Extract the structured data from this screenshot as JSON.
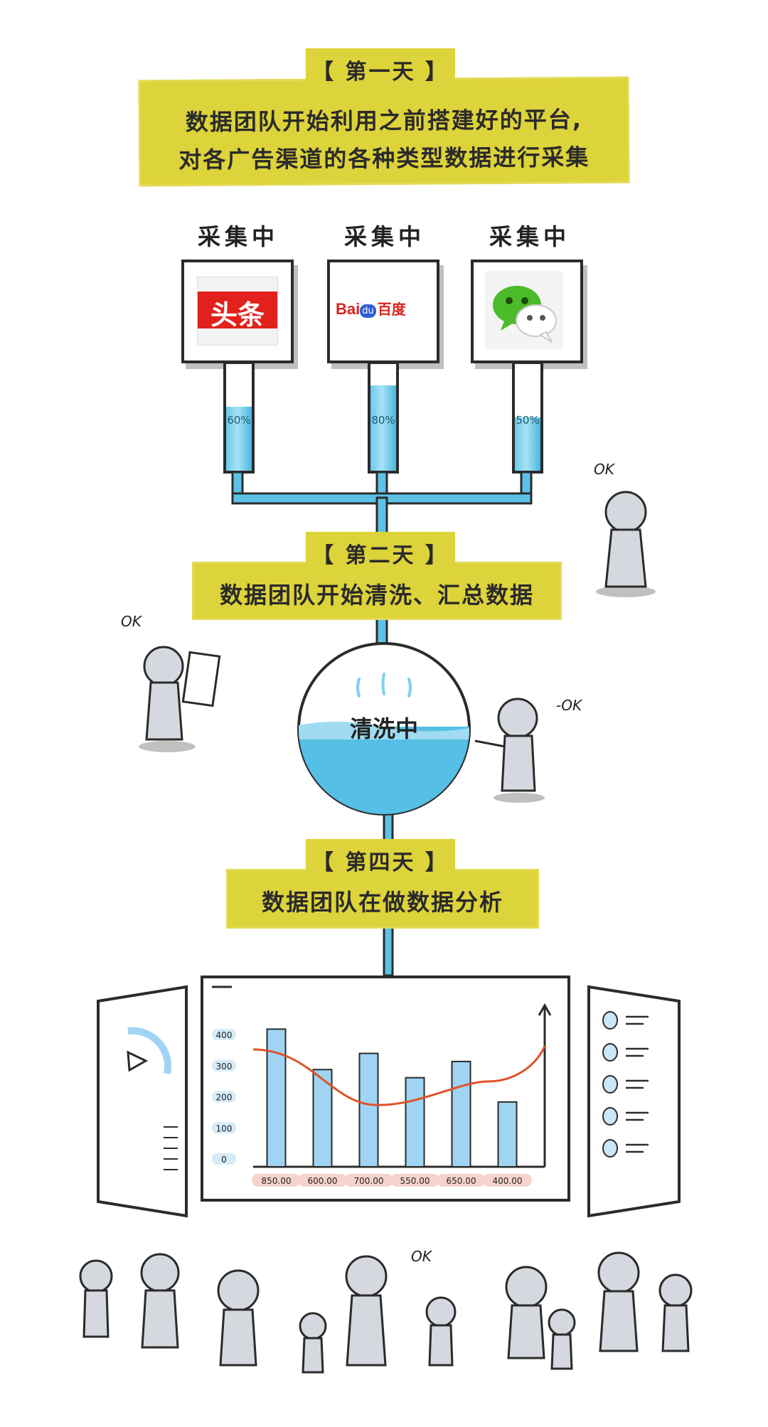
{
  "day1": {
    "header": "【 第一天 】",
    "line1": "数据团队开始利用之前搭建好的平台,",
    "line2": "对各广告渠道的各种类型数据进行采集"
  },
  "sources": [
    {
      "status": "采集中",
      "logo_text": "头条",
      "icon": "toutiao-logo-icon",
      "percent": "60%",
      "fill": 0.6
    },
    {
      "status": "采集中",
      "logo_text": "Bai",
      "logo_text2": "du",
      "logo_text3": "百度",
      "icon": "baidu-logo-icon",
      "percent": "80%",
      "fill": 0.8
    },
    {
      "status": "采集中",
      "icon": "wechat-logo-icon",
      "percent": "50%",
      "fill": 0.5
    }
  ],
  "day2": {
    "header": "【 第二天 】",
    "line1": "数据团队开始清洗、汇总数据"
  },
  "cleaning": {
    "label": "清洗中"
  },
  "day4": {
    "header": "【 第四天 】",
    "line1": "数据团队在做数据分析"
  },
  "ok_labels": [
    "OK",
    "OK",
    "-OK",
    "OK"
  ],
  "colors": {
    "banner": "#ddd33a",
    "water": "#5cc3e8",
    "bar": "#9fd4f3",
    "line": "#e0522a"
  },
  "chart_data": {
    "type": "bar",
    "categories": [
      "850.00",
      "600.00",
      "700.00",
      "550.00",
      "650.00",
      "400.00"
    ],
    "values": [
      850,
      600,
      700,
      550,
      650,
      400
    ],
    "yticks": [
      "0",
      "100",
      "200",
      "300",
      "400"
    ],
    "trend_line": true
  }
}
